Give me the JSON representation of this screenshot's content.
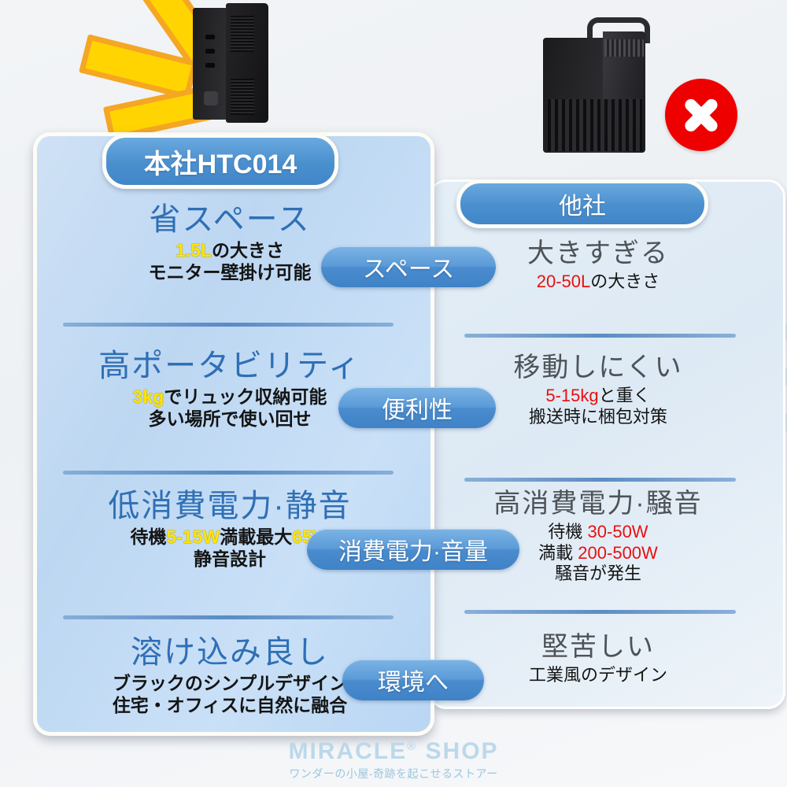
{
  "meta": {
    "accent_blue": "#4a8fce",
    "title_blue": "#2f6fb5",
    "error_red": "#ee0000",
    "highlight_yellow": "#ffe600"
  },
  "watermark": {
    "text": "MIRACLE"
  },
  "products": {
    "left_image_alt": "mini-pc",
    "right_image_alt": "tower-pc"
  },
  "left_panel": {
    "header": "本社HTC014",
    "rows": [
      {
        "title": "省スペース",
        "sub_line1_hi": "1.5L",
        "sub_line1_rest": "の大きさ",
        "sub_line2": "モニター壁掛け可能"
      },
      {
        "title": "高ポータビリティ",
        "sub_line1_hi": "3kg",
        "sub_line1_rest": "でリュック収納可能",
        "sub_line2": "多い場所で使い回せ"
      },
      {
        "title": "低消費電力·静音",
        "sub_line1_pre": "待機",
        "sub_line1_hi1": "5-15W",
        "sub_line1_mid": "満載最大",
        "sub_line1_hi2": "65W",
        "sub_line2": "静音設計"
      },
      {
        "title": "溶け込み良し",
        "sub_line1": "ブラックのシンプルデザイン",
        "sub_line2": "住宅・オフィスに自然に融合"
      }
    ]
  },
  "center_labels": [
    "スペース",
    "便利性",
    "消費電力·音量",
    "環境へ"
  ],
  "right_panel": {
    "header": "他社",
    "rows": [
      {
        "title": "大きすぎる",
        "sub_line1_hi": "20-50L",
        "sub_line1_rest": "の大きさ",
        "sub_line2": ""
      },
      {
        "title": "移動しにくい",
        "sub_line1_hi": "5-15kg",
        "sub_line1_rest": "と重く",
        "sub_line2": "搬送時に梱包対策"
      },
      {
        "title": "高消費電力·騒音",
        "sub_line1_pre": "待機 ",
        "sub_line1_hi": "30-50W",
        "sub_line2_pre": "満載 ",
        "sub_line2_hi": "200-500W",
        "sub_line3": "騒音が発生"
      },
      {
        "title": "堅苦しい",
        "sub_line1": "工業風のデザイン",
        "sub_line2": ""
      }
    ]
  },
  "footer": {
    "logo_main": "MIRACLE",
    "logo_reg": "®",
    "logo_main2": "SHOP",
    "logo_sub": "ワンダーの小屋-奇跡を起こせるストアー"
  }
}
